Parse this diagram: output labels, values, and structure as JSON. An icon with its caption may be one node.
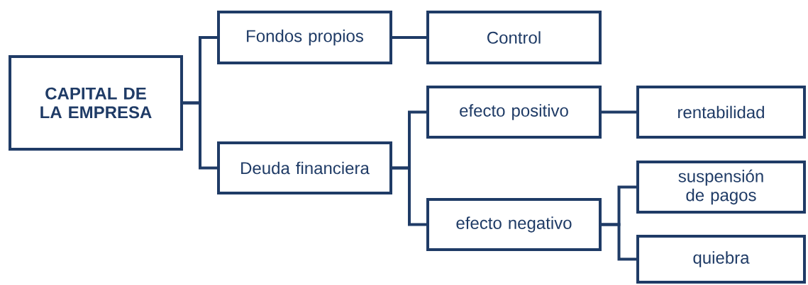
{
  "diagram": {
    "nodes": [
      {
        "text": [
          "CAPITAL DE LA EMPRESA"
        ]
      },
      {
        "text": [
          "Fondos propios"
        ]
      },
      {
        "text": [
          "Control"
        ]
      },
      {
        "text": [
          "Deuda financiera"
        ]
      },
      {
        "text": [
          "efecto positivo"
        ]
      },
      {
        "text": [
          "rentabilidad"
        ]
      },
      {
        "text": [
          "efecto negativo"
        ]
      },
      {
        "text": [
          "suspensión de pagos"
        ]
      },
      {
        "text": [
          "quiebra"
        ]
      }
    ],
    "edges": [
      {
        "from": 0,
        "to": 1,
        "arrow": "none"
      },
      {
        "from": 0,
        "to": 3,
        "arrow": "none"
      },
      {
        "from": 1,
        "to": 2,
        "arrow": "none"
      },
      {
        "from": 3,
        "to": 4,
        "arrow": "none"
      },
      {
        "from": 3,
        "to": 6,
        "arrow": "none"
      },
      {
        "from": 4,
        "to": 5,
        "arrow": "none"
      },
      {
        "from": 6,
        "to": 7,
        "arrow": "none"
      },
      {
        "from": 6,
        "to": 8,
        "arrow": "none"
      }
    ]
  }
}
